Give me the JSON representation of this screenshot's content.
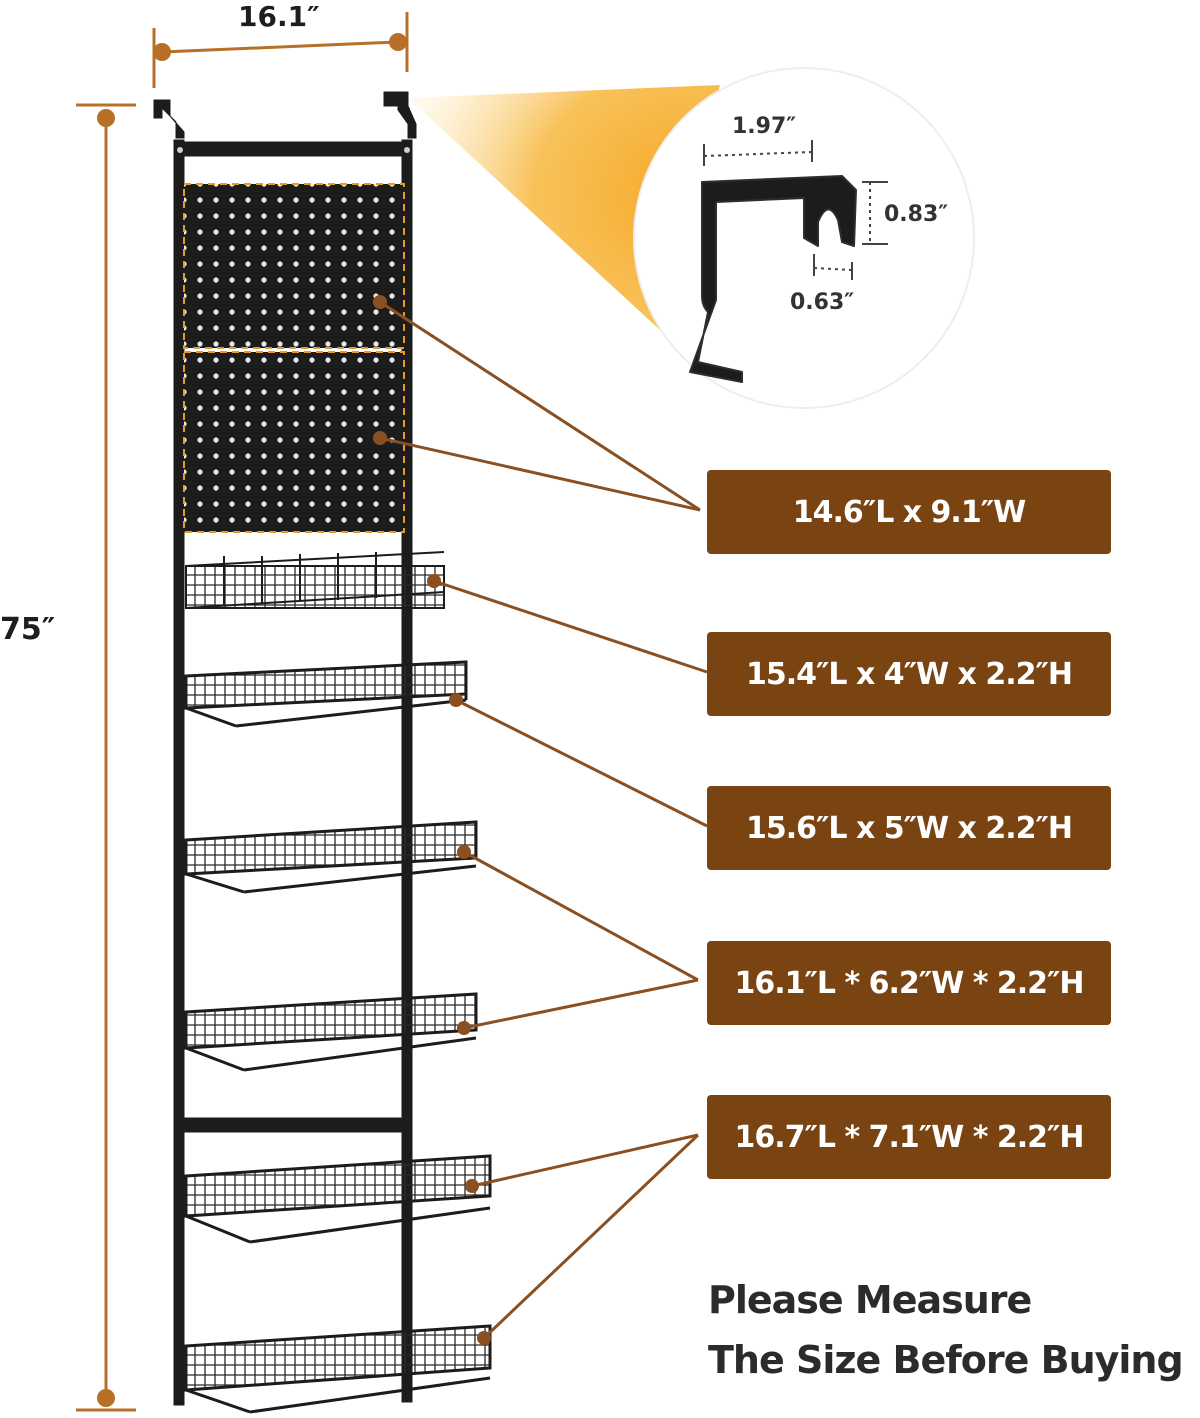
{
  "dimensions": {
    "width_label": "16.1″",
    "height_label": "75″"
  },
  "hook_detail": {
    "width_label": "1.97″",
    "height_label": "0.83″",
    "gap_label": "0.63″"
  },
  "sizes": [
    "14.6″L x 9.1″W",
    "15.4″L x 4″W x 2.2″H",
    "15.6″L x 5″W x 2.2″H",
    "16.1″L * 6.2″W * 2.2″H",
    "16.7″L * 7.1″W * 2.2″H"
  ],
  "note": {
    "line1": "Please Measure",
    "line2": "The Size Before Buying"
  },
  "colors": {
    "label_bg": "#7a4312",
    "dimension_line": "#b87028",
    "leader_line": "#8a5022",
    "spotlight": "#f6ab2a",
    "rack_metal": "#1c1c1c"
  }
}
